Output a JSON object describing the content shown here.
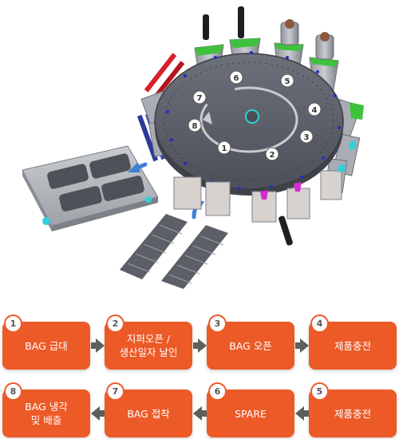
{
  "machine": {
    "station_numbers": [
      "1",
      "2",
      "3",
      "4",
      "5",
      "6",
      "7",
      "8"
    ]
  },
  "steps": [
    {
      "num": "1",
      "label": "BAG 급대"
    },
    {
      "num": "2",
      "label": "지퍼오픈 /\n생산일자 날인"
    },
    {
      "num": "3",
      "label": "BAG 오픈"
    },
    {
      "num": "4",
      "label": "제품충전"
    },
    {
      "num": "5",
      "label": "제품충전"
    },
    {
      "num": "6",
      "label": "SPARE"
    },
    {
      "num": "7",
      "label": "BAG 접착"
    },
    {
      "num": "8",
      "label": "BAG 냉각\n및 배출"
    }
  ],
  "colors": {
    "step_box": "#ec5a28",
    "arrow": "#5e5e5e",
    "platform": "#5c5f68",
    "accent_green": "#3ec23e",
    "accent_red": "#d8202a",
    "accent_blue": "#2b3a9a",
    "accent_magenta": "#d62ad0",
    "accent_cyan": "#2ed1dc"
  }
}
